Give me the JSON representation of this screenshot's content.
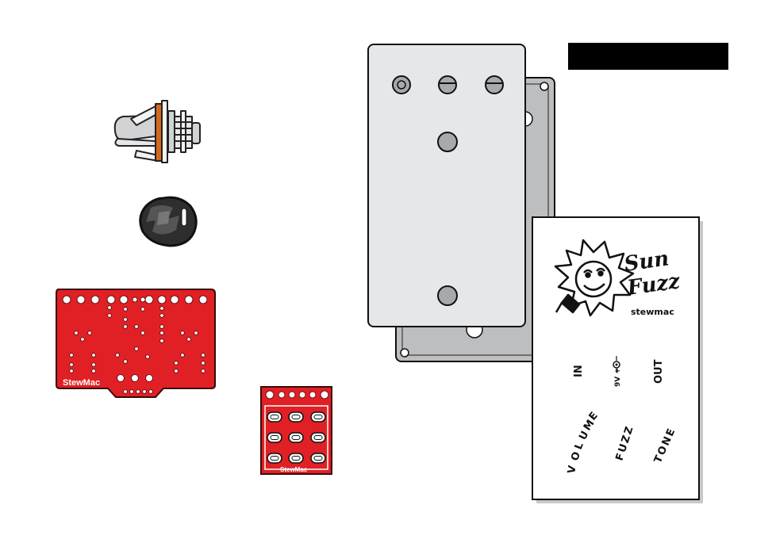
{
  "pcb": {
    "brand": "StewMac",
    "trademark": "°"
  },
  "footswitch_board": {
    "brand": "StewMac",
    "trademark": "°"
  },
  "header_bar": {
    "text": ""
  },
  "decal": {
    "logo_line1": "Sun",
    "logo_line2": "Fuzz",
    "brand": "stewmac",
    "label_in": "IN",
    "label_power": "9V +",
    "label_out": "OUT",
    "label_volume": "VOLUME",
    "label_fuzz": "FUZZ",
    "label_tone": "TONE"
  },
  "colors": {
    "pcb_red": "#e02025",
    "enclosure_light": "#e6e7e8",
    "enclosure_dark": "#bcbec0",
    "hole_gray": "#a7a9ac",
    "knob_dark": "#3a3a3a",
    "jack_orange": "#d2691e"
  },
  "icons": [
    "input-jack-icon",
    "knob-icon",
    "footswitch-icon",
    "sun-face-icon",
    "dc-jack-icon"
  ]
}
